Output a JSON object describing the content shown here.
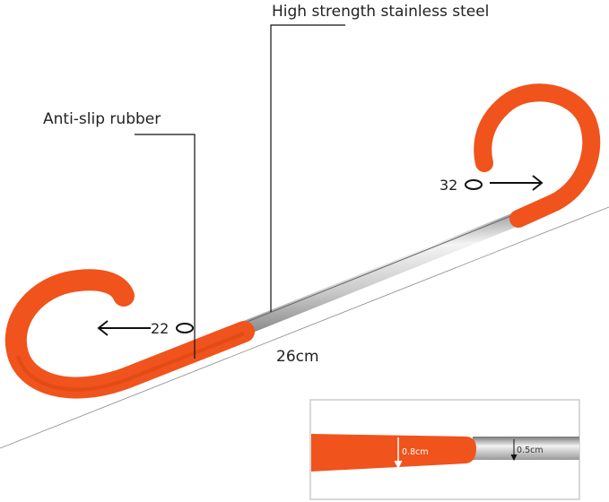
{
  "labels": {
    "steel": "High strength stainless steel",
    "rubber": "Anti-slip rubber",
    "length": "26cm",
    "left_hook_diameter": "22",
    "right_hook_diameter": "32",
    "rubber_thickness": "0.8cm",
    "rod_thickness": "0.5cm"
  },
  "colors": {
    "rubber": "#f0531c",
    "steel": "#c8c8c8"
  }
}
